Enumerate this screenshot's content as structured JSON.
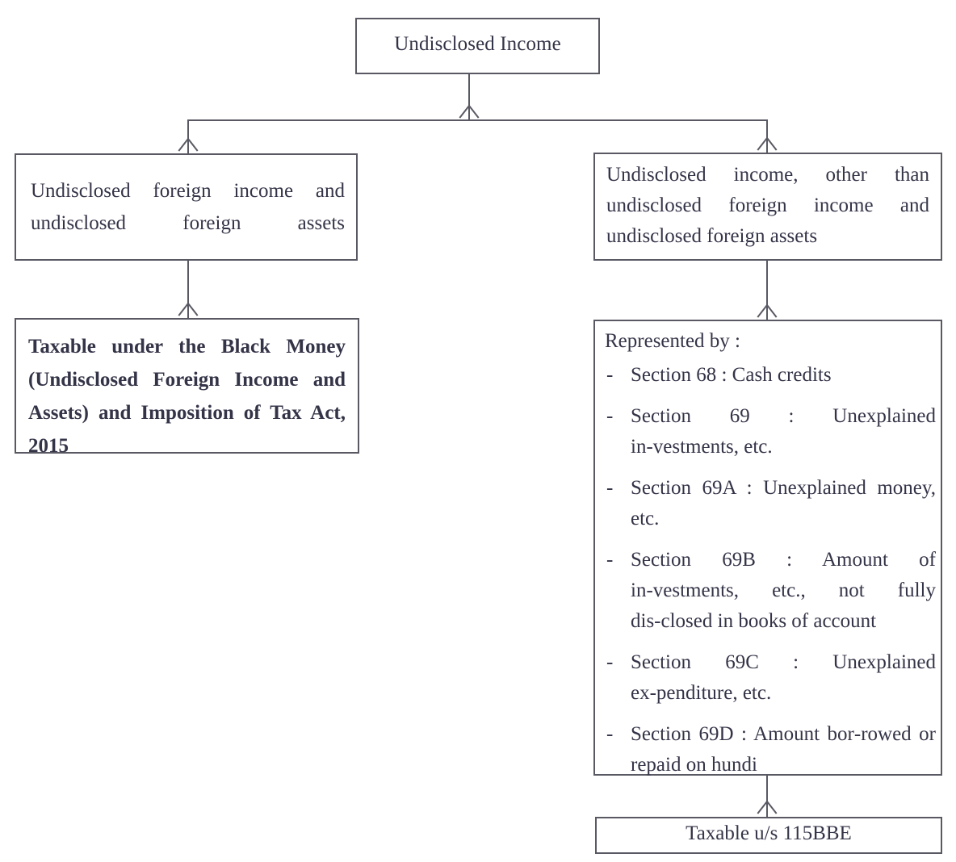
{
  "diagram": {
    "title_node": {
      "id": "undisclosed-income",
      "label": "Undisclosed Income"
    },
    "left_branch": {
      "top_node": {
        "id": "undisclosed-foreign",
        "label": "Undisclosed foreign income and undisclosed foreign assets"
      },
      "bottom_node": {
        "id": "black-money-act",
        "label": "Taxable under the Black Money (Undisclosed Foreign Income and Assets) and Imposition of Tax Act, 2015"
      }
    },
    "right_branch": {
      "top_node": {
        "id": "undisclosed-other",
        "label": "Undisclosed income, other than undisclosed foreign income and undisclosed foreign assets"
      },
      "list_node": {
        "id": "represented-by",
        "heading": "Represented by :",
        "bullet_marker": "-",
        "items": [
          {
            "marker": "-",
            "text": "Section 68 :  Cash credits"
          },
          {
            "marker": "-",
            "text": "Section 69 :  Unexplained in‑vestments, etc."
          },
          {
            "marker": "-",
            "text": "Section 69A :   Unexplained money, etc."
          },
          {
            "marker": "-",
            "text": "Section 69B : Amount of in‑vestments, etc., not fully dis‑closed in books of account"
          },
          {
            "marker": "-",
            "text": "Section 69C : Unexplained ex‑penditure, etc."
          },
          {
            "marker": "-",
            "text": "Section 69D : Amount bor‑rowed or repaid on hundi"
          }
        ]
      },
      "bottom_node": {
        "id": "taxable-115bbe",
        "label": "Taxable u/s 115BBE"
      }
    },
    "colors": {
      "border": "#595963",
      "text": "#343448",
      "background": "#ffffff"
    }
  }
}
